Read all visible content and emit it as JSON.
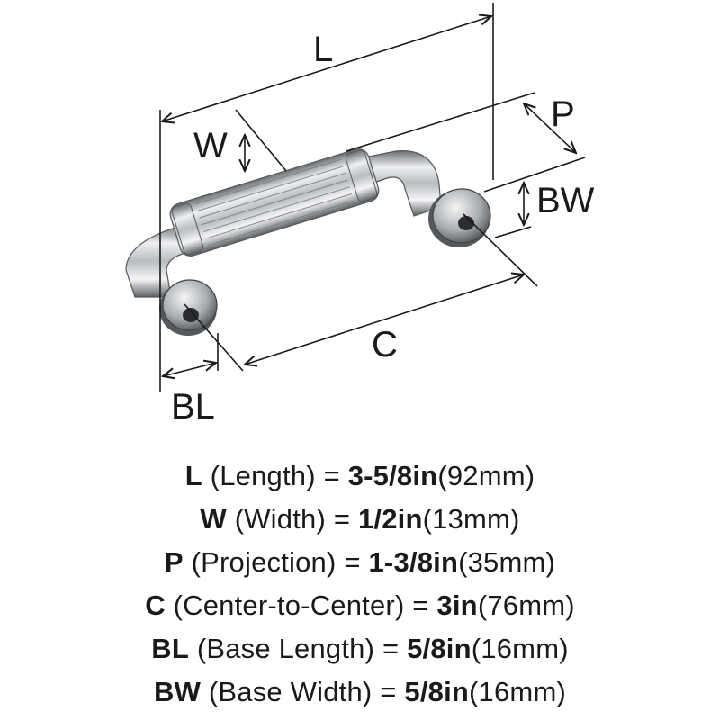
{
  "diagram": {
    "labels": {
      "L": "L",
      "W": "W",
      "P": "P",
      "BW": "BW",
      "C": "C",
      "BL": "BL"
    },
    "colors": {
      "line": "#1a1a1a",
      "chrome_dark": "#6b6e72",
      "chrome_mid": "#b9bcc0",
      "chrome_light": "#eef0f2"
    }
  },
  "specs": [
    {
      "abbr": "L",
      "name": "(Length)",
      "imperial": "3-5/8in",
      "metric": "(92mm)"
    },
    {
      "abbr": "W",
      "name": "(Width)",
      "imperial": "1/2in",
      "metric": "(13mm)"
    },
    {
      "abbr": "P",
      "name": "(Projection)",
      "imperial": "1-3/8in",
      "metric": "(35mm)"
    },
    {
      "abbr": "C",
      "name": "(Center-to-Center)",
      "imperial": "3in",
      "metric": "(76mm)"
    },
    {
      "abbr": "BL",
      "name": "(Base Length)",
      "imperial": "5/8in",
      "metric": "(16mm)"
    },
    {
      "abbr": "BW",
      "name": "(Base Width)",
      "imperial": "5/8in",
      "metric": "(16mm)"
    }
  ]
}
